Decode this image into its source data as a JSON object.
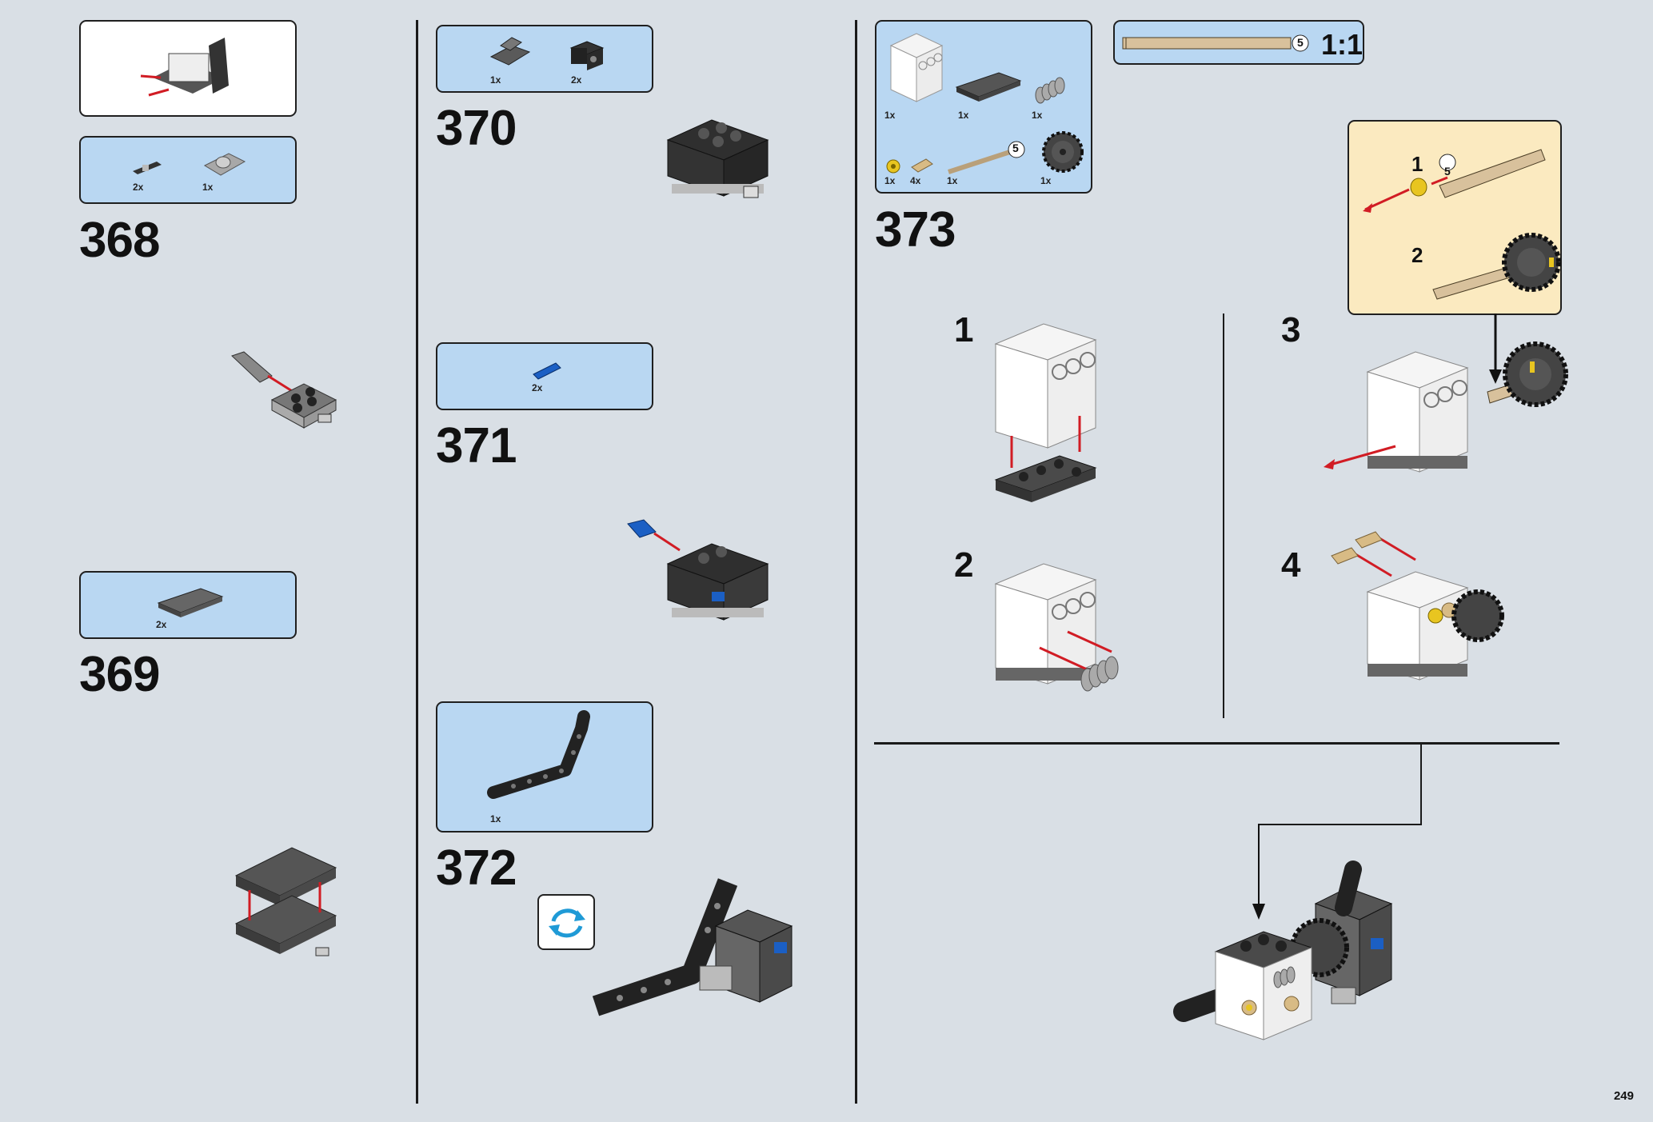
{
  "page": {
    "number": "249"
  },
  "steps": [
    {
      "number": "368",
      "parts": [
        {
          "qty": "2x",
          "icon": "pin-with-friction-ridges"
        },
        {
          "qty": "1x",
          "icon": "pin-connector-plate"
        }
      ],
      "subassembly_icon": "sub-assembly-preview"
    },
    {
      "number": "369",
      "parts": [
        {
          "qty": "2x",
          "icon": "plate-2x4-dark-gray"
        }
      ]
    },
    {
      "number": "370",
      "parts": [
        {
          "qty": "1x",
          "icon": "slope-brick-dark-gray"
        },
        {
          "qty": "2x",
          "icon": "technic-brick-black"
        }
      ]
    },
    {
      "number": "371",
      "parts": [
        {
          "qty": "2x",
          "icon": "blue-axle-pin"
        }
      ]
    },
    {
      "number": "372",
      "parts": [
        {
          "qty": "1x",
          "icon": "bent-liftarm-black"
        }
      ],
      "rotate_icon": "rotate-model-icon"
    },
    {
      "number": "373",
      "parts": [
        {
          "qty": "1x",
          "icon": "transparent-gearbox-housing"
        },
        {
          "qty": "1x",
          "icon": "plate-2x4-dark-gray"
        },
        {
          "qty": "1x",
          "icon": "worm-gear-gray"
        },
        {
          "qty": "1x",
          "icon": "bush-yellow"
        },
        {
          "qty": "4x",
          "icon": "pin-tan"
        },
        {
          "qty": "1x",
          "icon": "axle-5-tan",
          "axle_length": "5"
        },
        {
          "qty": "1x",
          "icon": "gear-24-tooth-dark-gray"
        }
      ],
      "substeps": [
        "1",
        "2",
        "3",
        "4"
      ],
      "callout_substeps": [
        "1",
        "2"
      ],
      "axle_length_label": "5"
    }
  ],
  "scale_ruler": {
    "axle_length": "5",
    "label": "1:1"
  },
  "colors": {
    "background": "#d9dfe5",
    "parts_box": "#b9d7f2",
    "callout_box": "#fbeac0",
    "arrow_red": "#d11c24"
  }
}
